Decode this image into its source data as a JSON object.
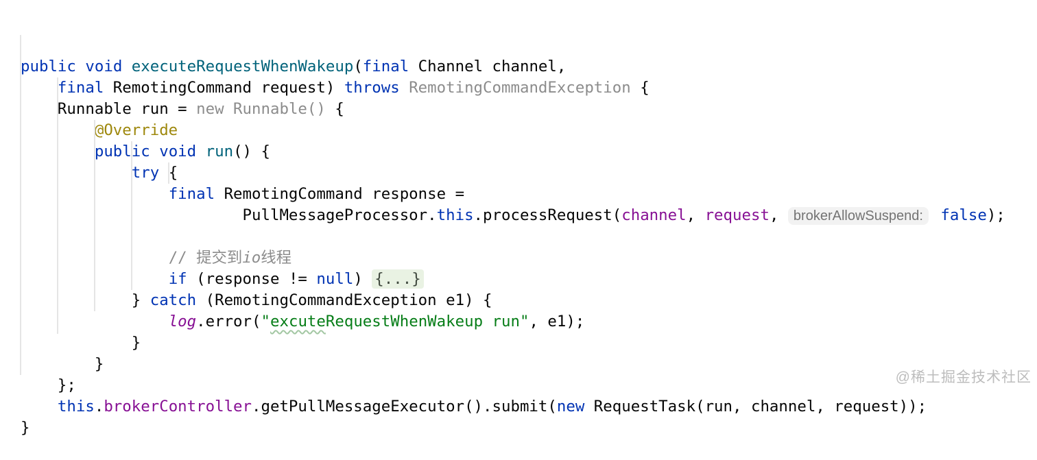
{
  "editor": {
    "type": "ide-code-view",
    "language": "java",
    "watermark": "@稀土掘金技术社区",
    "colors": {
      "plain": "#060606",
      "kw": "#0033B3",
      "method": "#00627A",
      "dim": "#8C8C8C",
      "ann": "#9E880D",
      "cmt": "#8C8C8C",
      "str": "#067D17",
      "field": "#871094",
      "fold_bg": "#E9F2E3",
      "fold_fg": "#40493F",
      "hint_bg": "#F2F2F2",
      "hint_fg": "#737373",
      "squiggle": "#A3C7A3",
      "guide": "#E5E5E5",
      "watermark": "#BDBDBD"
    },
    "inline_hint_label": "brokerAllowSuspend:",
    "folded_block_label": "{...}",
    "lines": [
      {
        "tokens": [
          {
            "t": "public",
            "c": "kw"
          },
          {
            "t": " ",
            "c": "plain"
          },
          {
            "t": "void",
            "c": "kw"
          },
          {
            "t": " ",
            "c": "plain"
          },
          {
            "t": "executeRequestWhenWakeup",
            "c": "method"
          },
          {
            "t": "(",
            "c": "plain"
          },
          {
            "t": "final",
            "c": "kw"
          },
          {
            "t": " Channel channel,",
            "c": "plain"
          }
        ]
      },
      {
        "tokens": [
          {
            "t": "    ",
            "c": "plain"
          },
          {
            "t": "final",
            "c": "kw"
          },
          {
            "t": " RemotingCommand request) ",
            "c": "plain"
          },
          {
            "t": "throws",
            "c": "kw"
          },
          {
            "t": " RemotingCommandException",
            "c": "dim"
          },
          {
            "t": " {",
            "c": "plain"
          }
        ]
      },
      {
        "tokens": [
          {
            "t": "    Runnable run = ",
            "c": "plain"
          },
          {
            "t": "new Runnable()",
            "c": "dim"
          },
          {
            "t": " {",
            "c": "plain"
          }
        ]
      },
      {
        "tokens": [
          {
            "t": "        ",
            "c": "plain"
          },
          {
            "t": "@Override",
            "c": "ann"
          }
        ]
      },
      {
        "tokens": [
          {
            "t": "        ",
            "c": "plain"
          },
          {
            "t": "public",
            "c": "kw"
          },
          {
            "t": " ",
            "c": "plain"
          },
          {
            "t": "void",
            "c": "kw"
          },
          {
            "t": " ",
            "c": "plain"
          },
          {
            "t": "run",
            "c": "method"
          },
          {
            "t": "() {",
            "c": "plain"
          }
        ]
      },
      {
        "tokens": [
          {
            "t": "            ",
            "c": "plain"
          },
          {
            "t": "try",
            "c": "kw"
          },
          {
            "t": " {",
            "c": "plain"
          }
        ]
      },
      {
        "tokens": [
          {
            "t": "                ",
            "c": "plain"
          },
          {
            "t": "final",
            "c": "kw"
          },
          {
            "t": " RemotingCommand response =",
            "c": "plain"
          }
        ]
      },
      {
        "tokens": [
          {
            "t": "                        PullMessageProcessor.",
            "c": "plain"
          },
          {
            "t": "this",
            "c": "kw"
          },
          {
            "t": ".processRequest(",
            "c": "plain"
          },
          {
            "t": "channel",
            "c": "field"
          },
          {
            "t": ", ",
            "c": "plain"
          },
          {
            "t": "request",
            "c": "field"
          },
          {
            "t": ", ",
            "c": "plain"
          },
          {
            "t": "brokerAllowSuspend:",
            "c": "hint"
          },
          {
            "t": " ",
            "c": "plain"
          },
          {
            "t": "false",
            "c": "kw"
          },
          {
            "t": ");",
            "c": "plain"
          }
        ]
      },
      {
        "tokens": []
      },
      {
        "tokens": [
          {
            "t": "                ",
            "c": "plain"
          },
          {
            "t": "// 提交到",
            "c": "cmt"
          },
          {
            "t": "io",
            "c": "cmt_i"
          },
          {
            "t": "线程",
            "c": "cmt"
          }
        ]
      },
      {
        "tokens": [
          {
            "t": "                ",
            "c": "plain"
          },
          {
            "t": "if",
            "c": "kw"
          },
          {
            "t": " (response != ",
            "c": "plain"
          },
          {
            "t": "null",
            "c": "kw"
          },
          {
            "t": ") ",
            "c": "plain"
          },
          {
            "t": "{...}",
            "c": "fold"
          }
        ]
      },
      {
        "tokens": [
          {
            "t": "            } ",
            "c": "plain"
          },
          {
            "t": "catch",
            "c": "kw"
          },
          {
            "t": " (RemotingCommandException e1) {",
            "c": "plain"
          }
        ]
      },
      {
        "tokens": [
          {
            "t": "                ",
            "c": "plain"
          },
          {
            "t": "log",
            "c": "field_i"
          },
          {
            "t": ".error(",
            "c": "plain"
          },
          {
            "t": "\"",
            "c": "str"
          },
          {
            "t": "excute",
            "c": "str_typo"
          },
          {
            "t": "RequestWhenWakeup run\"",
            "c": "str"
          },
          {
            "t": ", e1);",
            "c": "plain"
          }
        ]
      },
      {
        "tokens": [
          {
            "t": "            }",
            "c": "plain"
          }
        ]
      },
      {
        "tokens": [
          {
            "t": "        }",
            "c": "plain"
          }
        ]
      },
      {
        "tokens": [
          {
            "t": "    };",
            "c": "plain"
          }
        ]
      },
      {
        "tokens": [
          {
            "t": "    ",
            "c": "plain"
          },
          {
            "t": "this",
            "c": "kw"
          },
          {
            "t": ".",
            "c": "plain"
          },
          {
            "t": "brokerController",
            "c": "field"
          },
          {
            "t": ".getPullMessageExecutor().submit(",
            "c": "plain"
          },
          {
            "t": "new",
            "c": "kw"
          },
          {
            "t": " RequestTask(run, channel, request));",
            "c": "plain"
          }
        ]
      },
      {
        "tokens": [
          {
            "t": "}",
            "c": "plain"
          }
        ]
      }
    ]
  }
}
